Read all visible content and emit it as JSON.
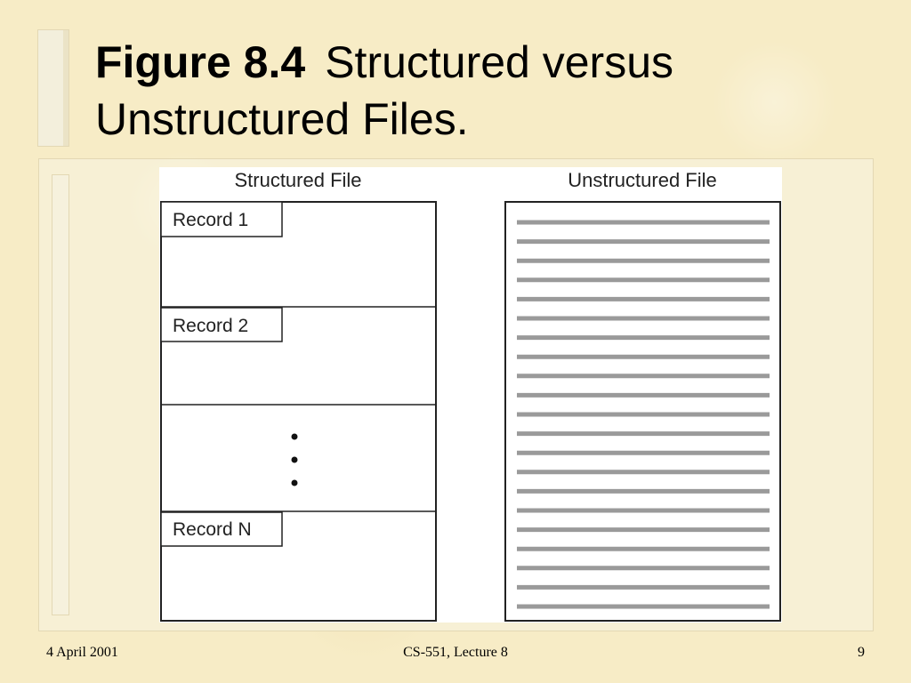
{
  "slide": {
    "title_bold": "Figure 8.4",
    "title_rest": "Structured versus Unstructured Files."
  },
  "diagram": {
    "structured_heading": "Structured File",
    "unstructured_heading": "Unstructured File",
    "records": [
      "Record 1",
      "Record 2",
      "Record N"
    ],
    "line_color": "#9a9a9a"
  },
  "footer": {
    "date": "4 April 2001",
    "course": "CS-551, Lecture 8",
    "page": "9"
  }
}
